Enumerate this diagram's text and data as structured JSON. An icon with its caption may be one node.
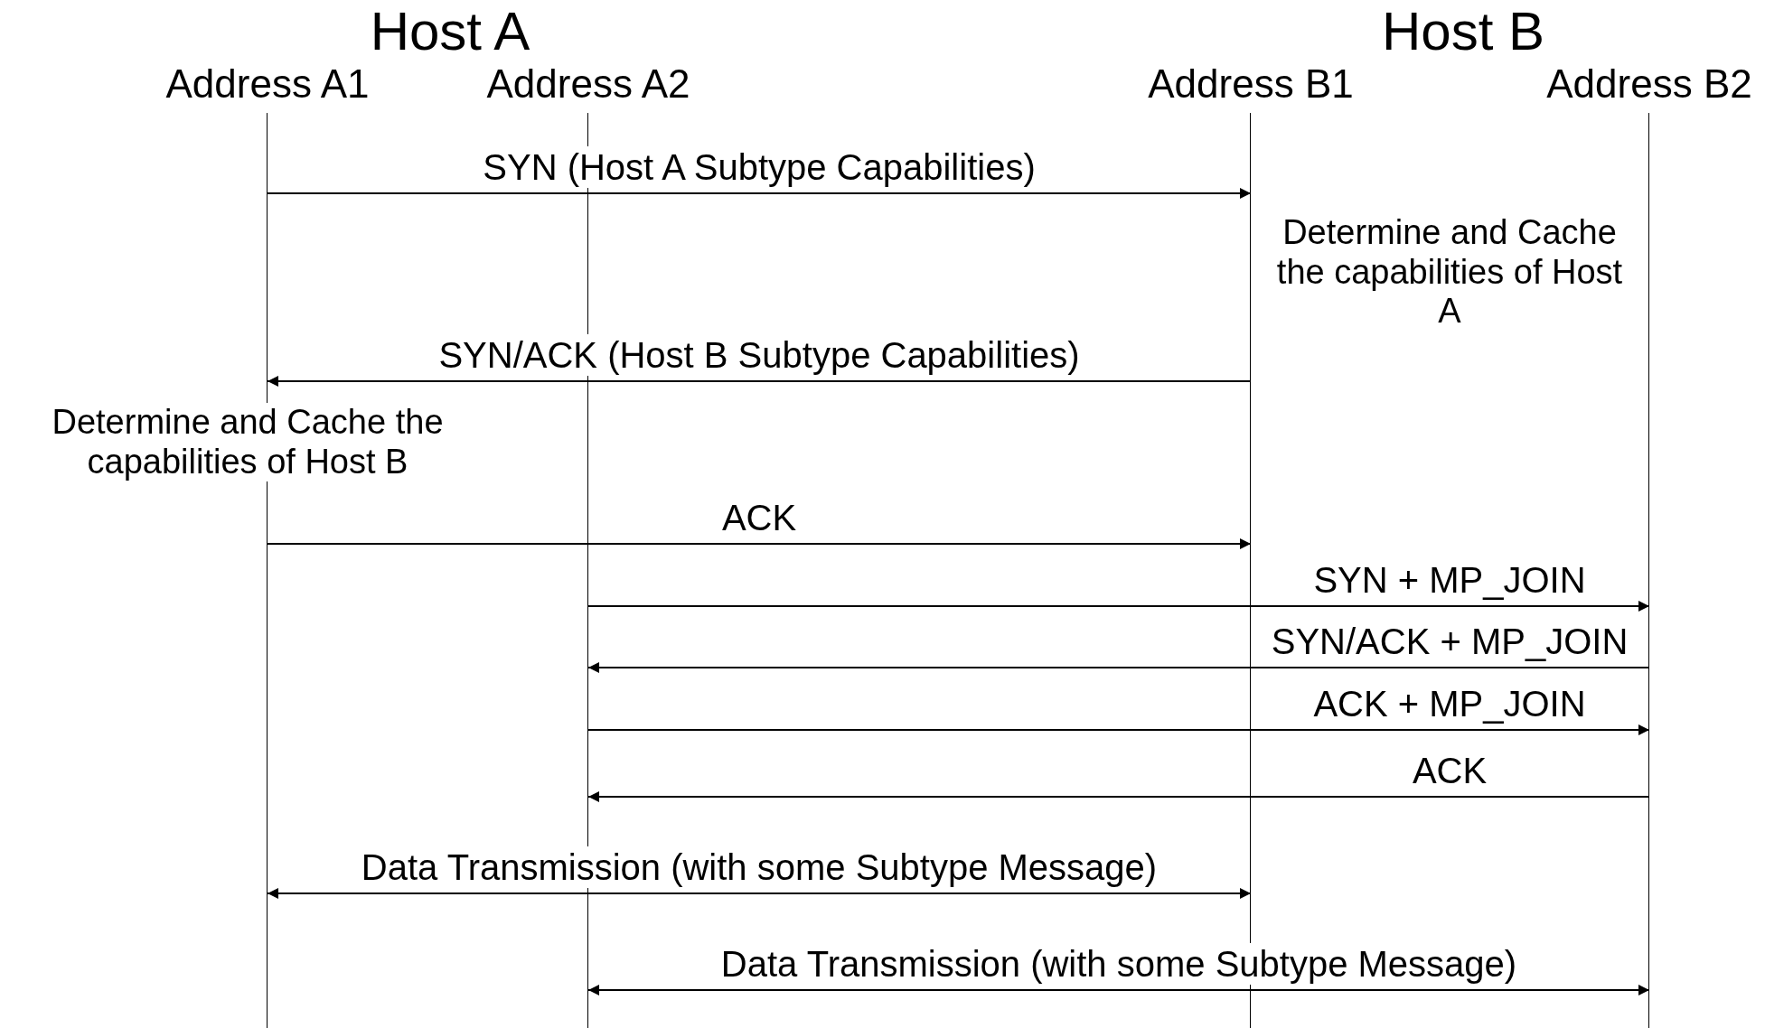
{
  "diagram": {
    "nodes": [
      {
        "text": [
          "Address A1"
        ]
      },
      {
        "text": [
          "Address A2"
        ]
      },
      {
        "text": [
          "Address B1"
        ]
      },
      {
        "text": [
          "Address B2"
        ]
      }
    ],
    "edges": [
      {
        "from": 0,
        "to": 2,
        "arrow": "to",
        "label": "SYN (Host A Subtype Capabilities)"
      },
      {
        "from": 2,
        "to": 0,
        "arrow": "to",
        "label": "SYN/ACK (Host B Subtype Capabilities)"
      },
      {
        "from": 0,
        "to": 2,
        "arrow": "to",
        "label": "ACK"
      },
      {
        "from": 1,
        "to": 3,
        "arrow": "to",
        "label": "SYN + MP_JOIN"
      },
      {
        "from": 3,
        "to": 1,
        "arrow": "to",
        "label": "SYN/ACK + MP_JOIN"
      },
      {
        "from": 1,
        "to": 3,
        "arrow": "to",
        "label": "ACK + MP_JOIN"
      },
      {
        "from": 3,
        "to": 1,
        "arrow": "to",
        "label": "ACK"
      },
      {
        "from": 0,
        "to": 2,
        "arrow": "both",
        "label": "Data Transmission (with some Subtype Message)"
      },
      {
        "from": 1,
        "to": 3,
        "arrow": "both",
        "label": "Data Transmission (with some Subtype Message)"
      }
    ],
    "labels": [
      "Host A",
      "Host B",
      "Determine and Cache the capabilities of Host A",
      "Determine and Cache the capabilities of Host B"
    ]
  }
}
